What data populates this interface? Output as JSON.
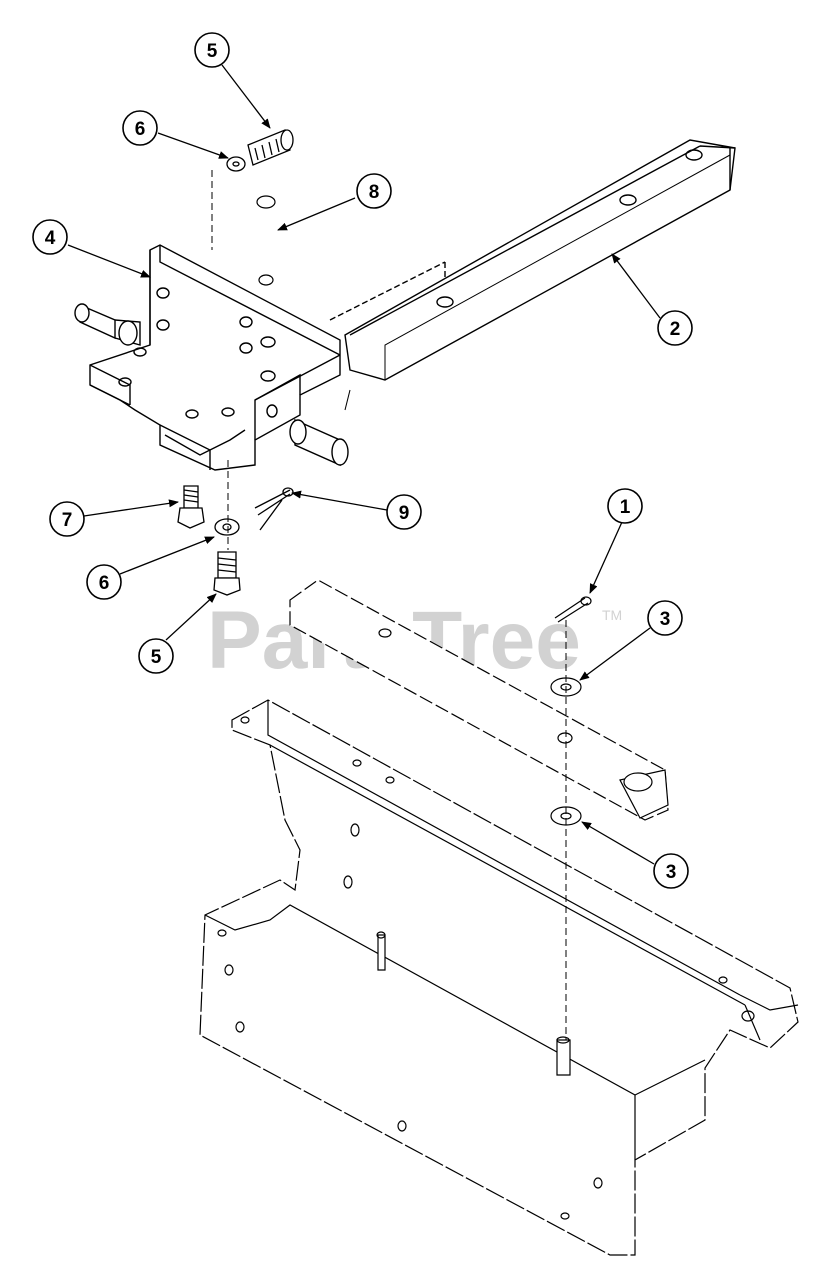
{
  "watermark": {
    "text": "PartsTree",
    "trademark": "TM"
  },
  "callouts": [
    {
      "id": "c5-top",
      "label": "5"
    },
    {
      "id": "c6-top",
      "label": "6"
    },
    {
      "id": "c8",
      "label": "8"
    },
    {
      "id": "c4",
      "label": "4"
    },
    {
      "id": "c2",
      "label": "2"
    },
    {
      "id": "c7",
      "label": "7"
    },
    {
      "id": "c9",
      "label": "9"
    },
    {
      "id": "c6-bottom",
      "label": "6"
    },
    {
      "id": "c5-bottom",
      "label": "5"
    },
    {
      "id": "c1",
      "label": "1"
    },
    {
      "id": "c3-top",
      "label": "3"
    },
    {
      "id": "c3-bottom",
      "label": "3"
    }
  ]
}
